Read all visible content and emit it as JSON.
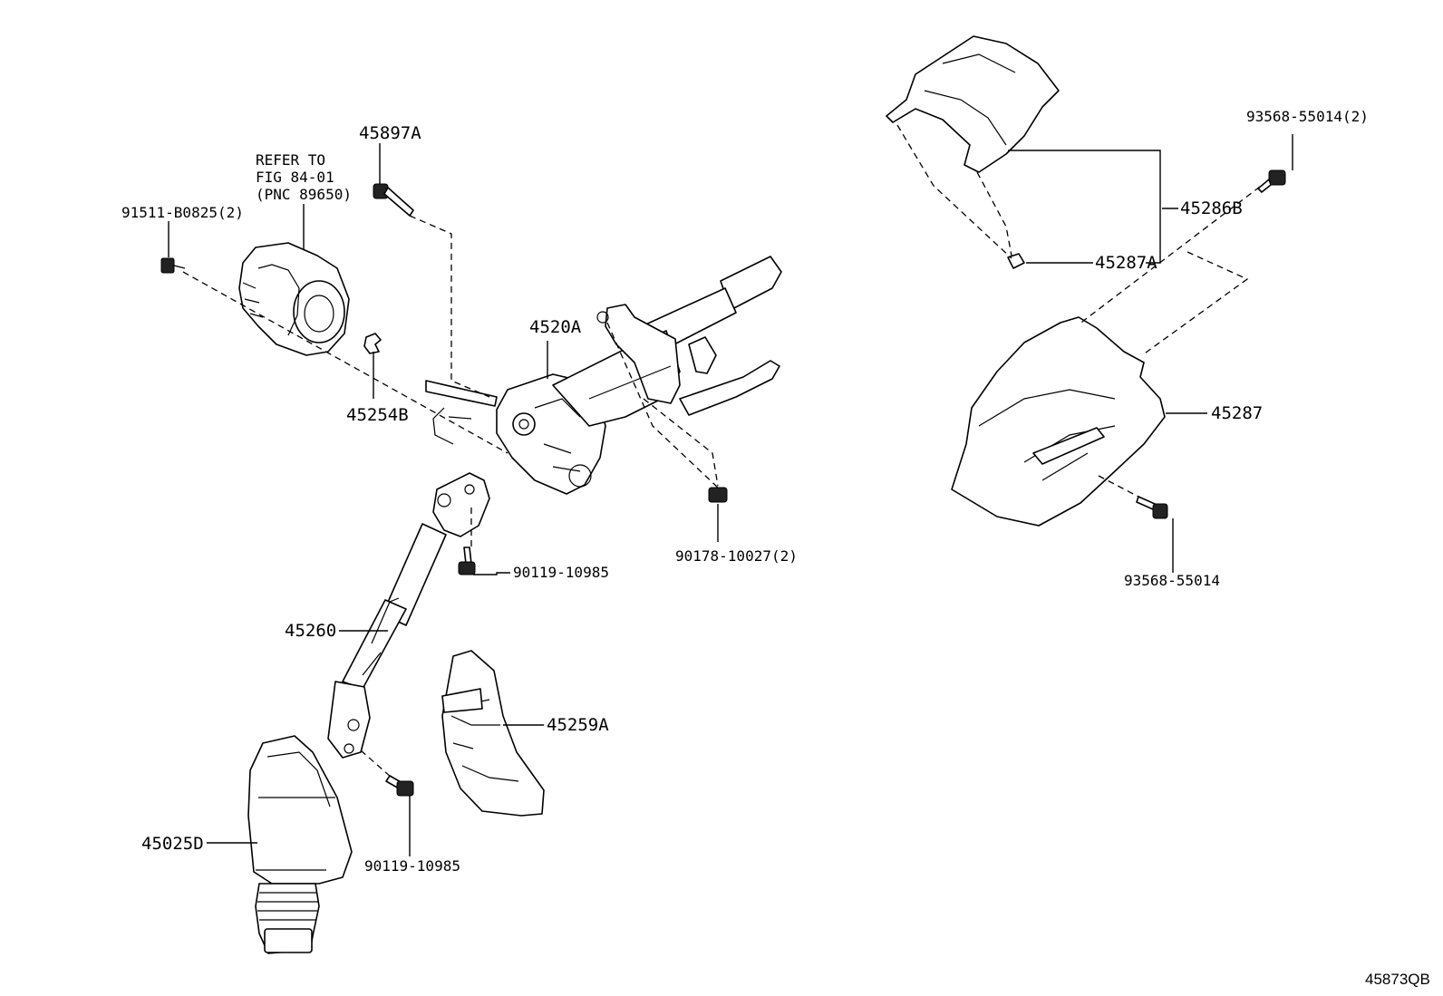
{
  "diagram_id": "45873QB",
  "labels": {
    "p45897A": "45897A",
    "refer_line1": "REFER TO",
    "refer_line2": "FIG 84-01",
    "refer_line3": "(PNC 89650)",
    "p91511": "91511-B0825(2)",
    "p45254B": "45254B",
    "p4520A": "4520A",
    "p90178": "90178-10027(2)",
    "p90119_upper": "90119-10985",
    "p45260": "45260",
    "p45259A": "45259A",
    "p45025D": "45025D",
    "p90119_lower": "90119-10985",
    "p93568_upper": "93568-55014(2)",
    "p45286B": "45286B",
    "p45287A": "45287A",
    "p45287": "45287",
    "p93568_lower": "93568-55014"
  }
}
